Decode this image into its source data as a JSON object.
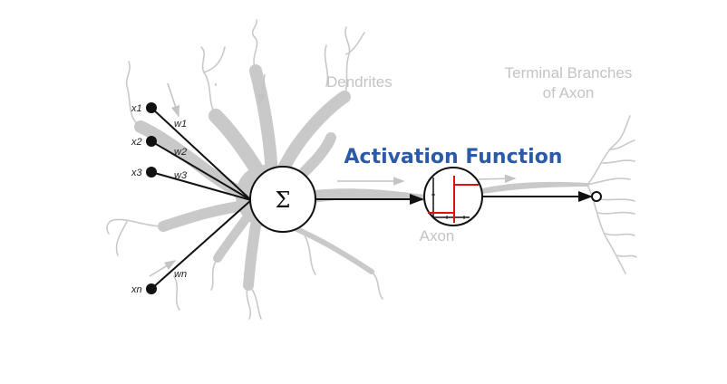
{
  "diagram": {
    "title": "Activation Function",
    "labels": {
      "dendrites": "Dendrites",
      "terminal_line1": "Terminal Branches",
      "terminal_line2": "of Axon",
      "axon": "Axon"
    },
    "summation_symbol": "Σ",
    "inputs": [
      {
        "name": "x1",
        "weight": "w1"
      },
      {
        "name": "x2",
        "weight": "w2"
      },
      {
        "name": "x3",
        "weight": "w3"
      },
      {
        "name": "xn",
        "weight": "wn"
      }
    ],
    "activation_plot": {
      "type": "step-function"
    },
    "colors": {
      "title": "#2a5aa8",
      "neuron_body": "#c9c9c9",
      "gray_text": "#c4c4c4",
      "step_function": "#e01010",
      "wires": "#111111"
    }
  }
}
